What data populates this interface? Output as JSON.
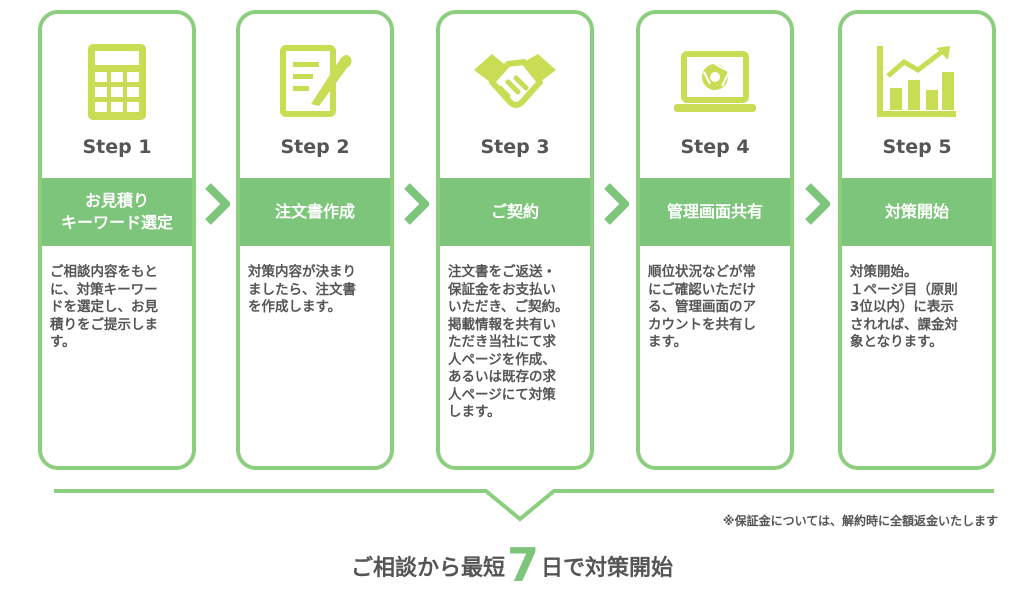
{
  "steps": [
    {
      "label": "Step 1",
      "title": "お見積り\nキーワード選定",
      "desc": "ご相談内容をもと\nに、対策キーワー\nドを選定し、お見\n積りをご提示しま\nす。",
      "icon": "calculator-icon"
    },
    {
      "label": "Step 2",
      "title": "注文書作成",
      "desc": "対策内容が決まり\nましたら、注文書\nを作成します。",
      "icon": "document-pen-icon"
    },
    {
      "label": "Step 3",
      "title": "ご契約",
      "desc": "注文書をご返送・\n保証金をお支払い\nいただき、ご契約。\n掲載情報を共有い\nただき当社にて求\n人ページを作成、\nあるいは既存の求\n人ページにて対策\nします。",
      "icon": "handshake-icon"
    },
    {
      "label": "Step 4",
      "title": "管理画面共有",
      "desc": "順位状況などが常\nにご確認いただけ\nる、管理画面のア\nカウントを共有し\nます。",
      "icon": "laptop-icon"
    },
    {
      "label": "Step 5",
      "title": "対策開始",
      "desc": "対策開始。\n１ページ目（原則\n3位以内）に表示\nされれば、課金対\n象となります。",
      "icon": "growth-chart-icon"
    }
  ],
  "note": "※保証金については、解約時に全額返金いたします",
  "headline": {
    "prefix": "ご相談から最短",
    "number": "7",
    "suffix": "日で対策開始"
  },
  "colors": {
    "accent": "#7cc57b",
    "border": "#8bcf7e",
    "icon": "#c8dc54",
    "text": "#555555"
  }
}
